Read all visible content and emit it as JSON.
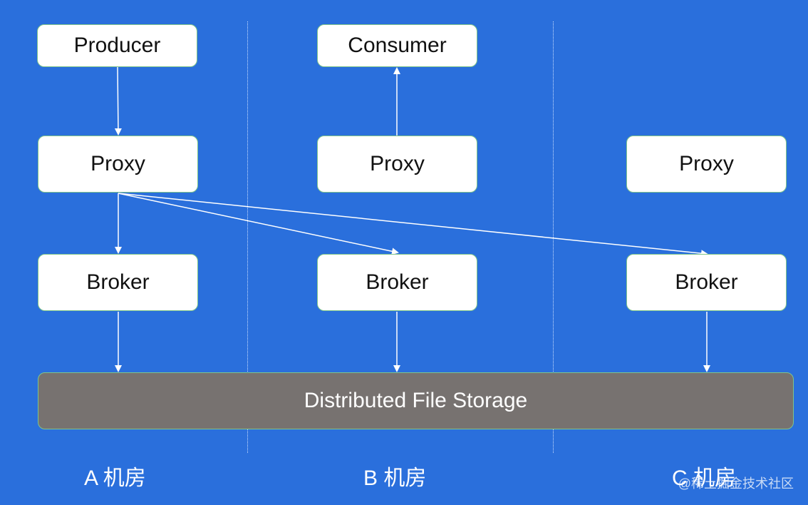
{
  "nodes": {
    "producer": "Producer",
    "consumer": "Consumer",
    "proxy_a": "Proxy",
    "proxy_b": "Proxy",
    "proxy_c": "Proxy",
    "broker_a": "Broker",
    "broker_b": "Broker",
    "broker_c": "Broker"
  },
  "storage": "Distributed File Storage",
  "zones": [
    "A 机房",
    "B 机房",
    "C 机房"
  ],
  "watermark": "@稀土掘金技术社区",
  "colors": {
    "background": "#2a6fdc",
    "node_fill": "#ffffff",
    "storage_fill": "#777270",
    "edge": "#ffffff"
  }
}
